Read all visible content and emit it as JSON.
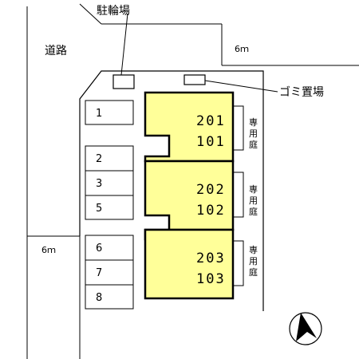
{
  "labels": {
    "road": "道路",
    "bicycle_parking": "駐輪場",
    "garbage": "ゴミ置場",
    "road_width_top": "6ｍ",
    "road_width_left": "6ｍ"
  },
  "parking_spaces": [
    "1",
    "2",
    "3",
    "5",
    "6",
    "7",
    "8"
  ],
  "units": [
    {
      "upper": "201",
      "lower": "101",
      "garden": [
        "専",
        "用",
        "庭"
      ]
    },
    {
      "upper": "202",
      "lower": "102",
      "garden": [
        "専",
        "用",
        "庭"
      ]
    },
    {
      "upper": "203",
      "lower": "103",
      "garden": [
        "専",
        "用",
        "庭"
      ]
    }
  ],
  "colors": {
    "building_fill": "#ffff99",
    "line": "#000000"
  },
  "compass": "north-arrow-icon"
}
